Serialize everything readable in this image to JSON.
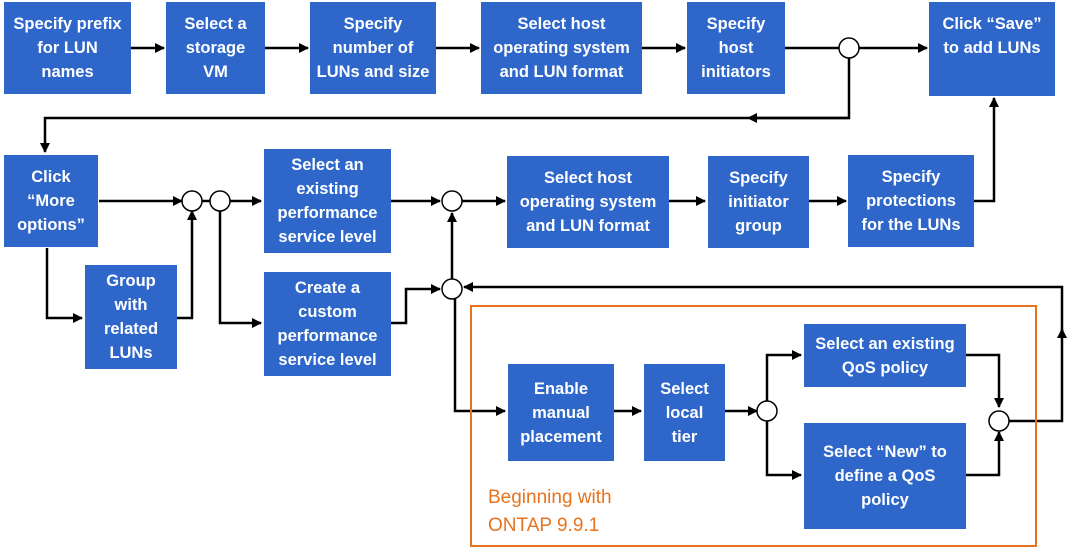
{
  "steps": {
    "specify_prefix": "Specify prefix\nfor LUN\nnames",
    "select_storage_vm": "Select a\nstorage\nVM",
    "specify_number_size": "Specify\nnumber of\nLUNs and size",
    "select_host_os_top": "Select host\noperating system\nand LUN format",
    "specify_host_initiators": "Specify\nhost\ninitiators",
    "click_save": "Click “Save”\nto add LUNs",
    "click_more_options": "Click\n“More\noptions”",
    "group_related_luns": "Group\nwith\nrelated\nLUNs",
    "select_existing_psl": "Select an\nexisting\nperformance\nservice level",
    "create_custom_psl": "Create a\ncustom\nperformance\nservice level",
    "select_host_os_mid": "Select host\noperating system\nand LUN format",
    "specify_initiator_group": "Specify\ninitiator\ngroup",
    "specify_protections": "Specify\nprotections\nfor the LUNs",
    "enable_manual_placement": "Enable\nmanual\nplacement",
    "select_local_tier": "Select\nlocal\ntier",
    "select_existing_qos": "Select an existing\nQoS policy",
    "select_new_qos": "Select “New” to\ndefine a  QoS\npolicy"
  },
  "annotation": {
    "text": "Beginning  with\nONTAP 9.9.1"
  },
  "colors": {
    "box_fill": "#2e67c9",
    "box_text": "#ffffff",
    "arrow": "#000000",
    "annotation": "#e8731e"
  }
}
